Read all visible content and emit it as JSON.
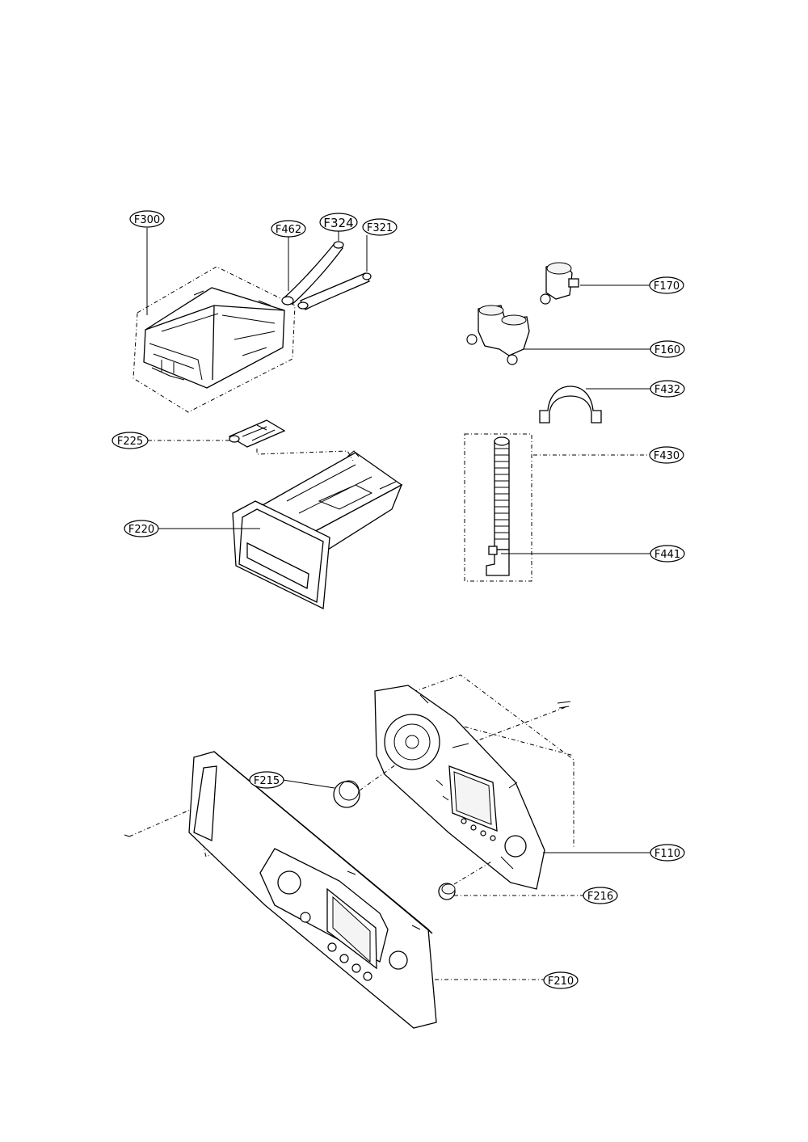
{
  "labels": {
    "F300": "F300",
    "F462": "F462",
    "F324": "F324",
    "F321": "F321",
    "F170": "F170",
    "F160": "F160",
    "F432": "F432",
    "F225": "F225",
    "F430": "F430",
    "F220": "F220",
    "F441": "F441",
    "F215": "F215",
    "F110": "F110",
    "F216": "F216",
    "F210": "F210"
  }
}
